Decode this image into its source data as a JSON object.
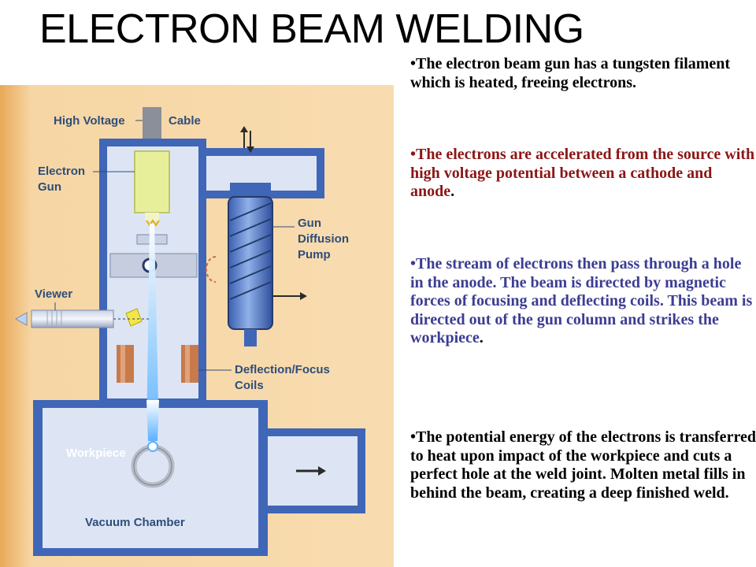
{
  "title": "ELECTRON BEAM WELDING",
  "paragraphs": [
    {
      "text": "•The electron beam gun has a tungsten filament which is heated, freeing electrons.",
      "tail": "",
      "color": "#000000"
    },
    {
      "text": "•The electrons are accelerated from the source with high voltage potential between a cathode and anode",
      "tail": ".",
      "color": "#8c1616"
    },
    {
      "text": "•The stream of electrons then pass through a hole in the anode. The beam is directed by magnetic forces of focusing and deflecting coils. This beam is directed out of the gun column and strikes the workpiece",
      "tail": ".",
      "color": "#3c3d92"
    },
    {
      "text": "•The potential energy of the electrons is transferred to heat upon impact of the workpiece and cuts a perfect hole at the weld joint. Molten metal fills in behind the beam, creating a deep finished weld.",
      "tail": "",
      "color": "#000000"
    }
  ],
  "diagram": {
    "labels": {
      "high_voltage": "High Voltage",
      "cable": "Cable",
      "electron": "Electron",
      "gun": "Gun",
      "gun_d": "Gun",
      "diffusion": "Diffusion",
      "pump": "Pump",
      "viewer": "Viewer",
      "deflection": "Deflection/Focus",
      "coils": "Coils",
      "workpiece": "Workpiece",
      "vacuum_chamber": "Vacuum Chamber"
    },
    "colors": {
      "panel": "#f2c788",
      "machine": "#3f66b7",
      "interior": "#dde5f5",
      "coil": "#c87a4a",
      "label": "#2f4e79"
    }
  }
}
